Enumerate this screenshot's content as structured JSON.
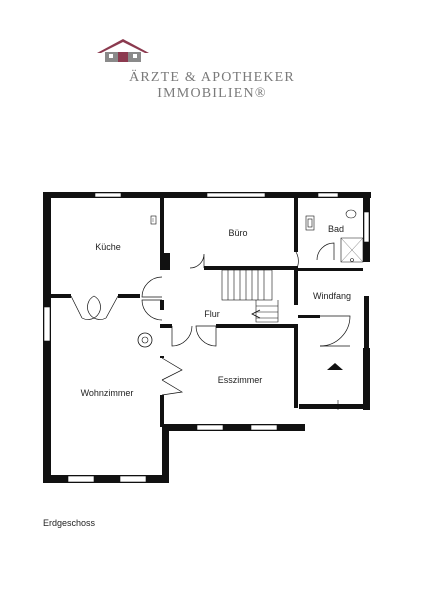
{
  "logo": {
    "brand_line1": "ÄRZTE & APOTHEKER",
    "brand_line2": "IMMOBILIEN®",
    "colors": {
      "roof": "#8b3a4f",
      "house": "#8a8a8a",
      "text": "#7a7a7a"
    }
  },
  "rooms": {
    "kueche": "Küche",
    "buero": "Büro",
    "bad": "Bad",
    "windfang": "Windfang",
    "flur": "Flur",
    "wohnzimmer": "Wohnzimmer",
    "esszimmer": "Esszimmer"
  },
  "caption": "Erdgeschoss",
  "colors": {
    "wall": "#111111",
    "window": "#ffffff"
  }
}
